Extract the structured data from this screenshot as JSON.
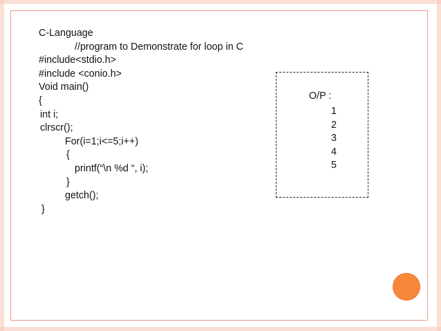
{
  "slide": {
    "code_lines": [
      "C-Language",
      "//program to Demonstrate for loop in C",
      "#include<stdio.h>",
      "#include <conio.h>",
      "Void main()",
      "{",
      "int i;",
      "clrscr();",
      "For(i=1;i<=5;i++)",
      "{",
      "printf(“\\n %d “, i);",
      "}",
      "getch();",
      "}"
    ],
    "output": {
      "label": "O/P :",
      "values": [
        "1",
        "2",
        "3",
        "4",
        "5"
      ]
    }
  },
  "colors": {
    "accent": "#f7883a",
    "frame_border": "#ef9a84"
  }
}
